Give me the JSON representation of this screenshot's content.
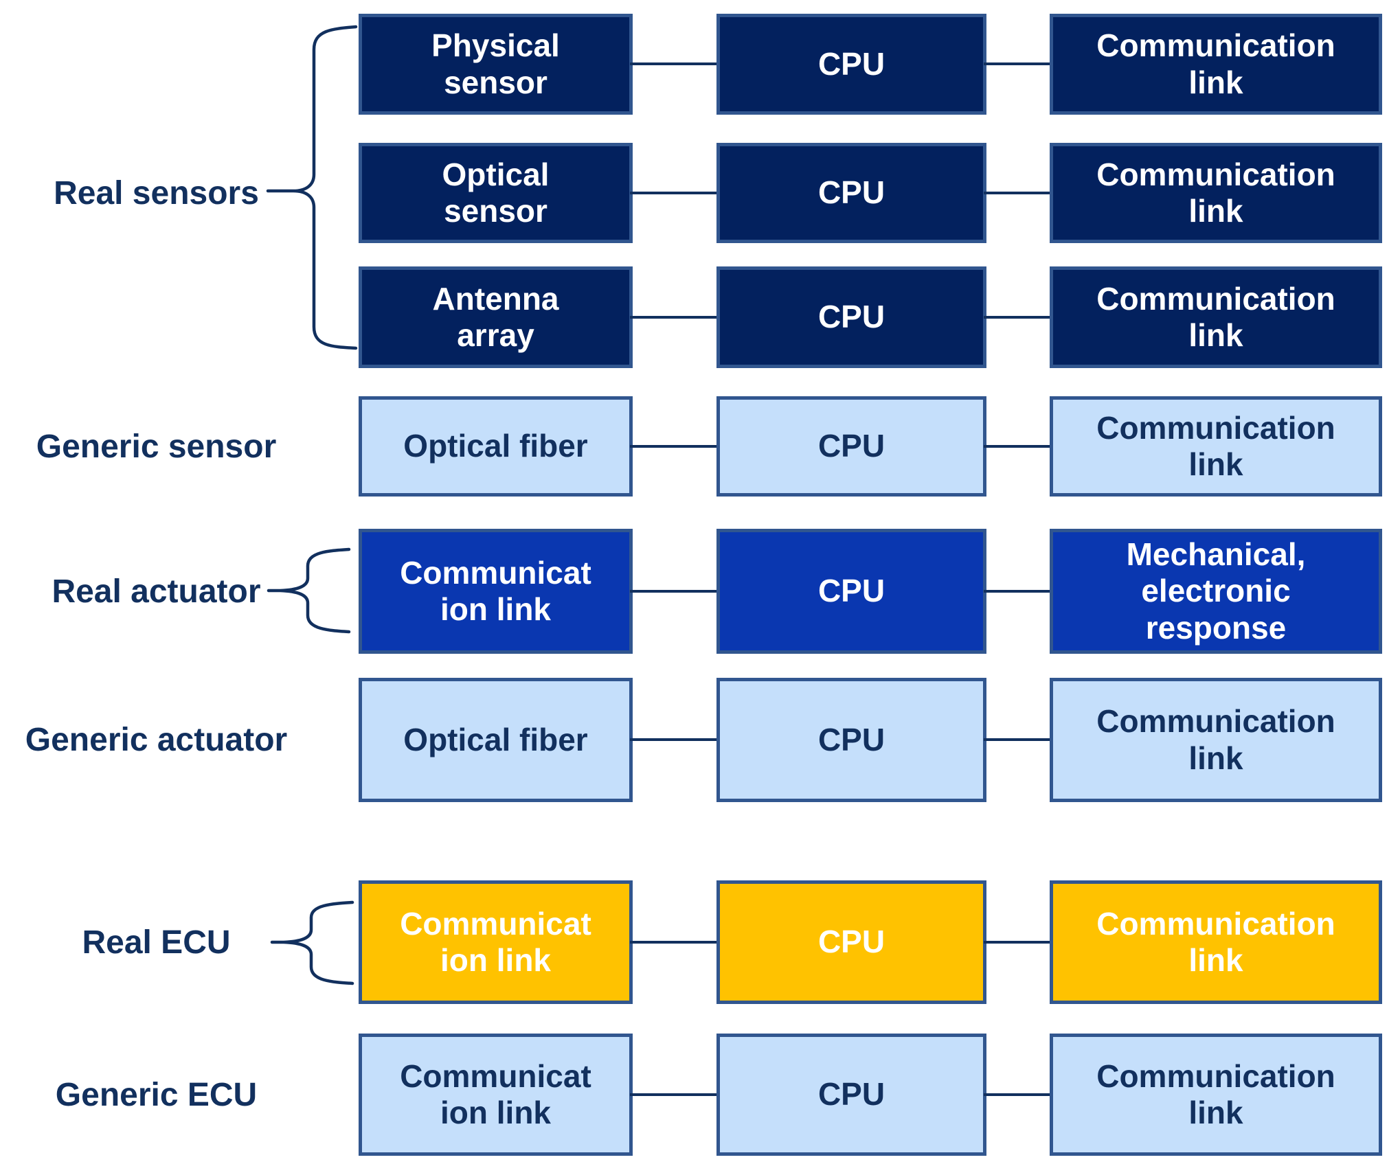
{
  "diagram": {
    "labels": {
      "real_sensors": "Real sensors",
      "generic_sensor": "Generic sensor",
      "real_actuator": "Real actuator",
      "generic_actuator": "Generic actuator",
      "real_ecu": "Real ECU",
      "generic_ecu": "Generic ECU"
    },
    "rows": [
      {
        "group": "Real sensors",
        "style": "dark-navy",
        "boxes": [
          "Physical\nsensor",
          "CPU",
          "Communication\nlink"
        ]
      },
      {
        "group": "Real sensors",
        "style": "dark-navy",
        "boxes": [
          "Optical\nsensor",
          "CPU",
          "Communication\nlink"
        ]
      },
      {
        "group": "Real sensors",
        "style": "dark-navy",
        "boxes": [
          "Antenna\narray",
          "CPU",
          "Communication\nlink"
        ]
      },
      {
        "group": "Generic sensor",
        "style": "light-blue",
        "boxes": [
          "Optical fiber",
          "CPU",
          "Communication\nlink"
        ]
      },
      {
        "group": "Real actuator",
        "style": "medium-blue",
        "boxes": [
          "Communicat\nion link",
          "CPU",
          "Mechanical,\nelectronic\nresponse"
        ]
      },
      {
        "group": "Generic actuator",
        "style": "light-blue",
        "boxes": [
          "Optical fiber",
          "CPU",
          "Communication\nlink"
        ]
      },
      {
        "group": "Real ECU",
        "style": "yellow",
        "boxes": [
          "Communicat\nion link",
          "CPU",
          "Communication\nlink"
        ]
      },
      {
        "group": "Generic ECU",
        "style": "light-blue",
        "boxes": [
          "Communicat\nion link",
          "CPU",
          "Communication\nlink"
        ]
      }
    ],
    "colors": {
      "dark_navy_fill": "#03215E",
      "medium_blue_fill": "#0A37B0",
      "light_blue_fill": "#C5DFFB",
      "yellow_fill": "#FFC200",
      "box_border": "#31568F",
      "text_dark": "#12305E",
      "text_light": "#FFFFFF",
      "connector": "#12305E"
    }
  }
}
